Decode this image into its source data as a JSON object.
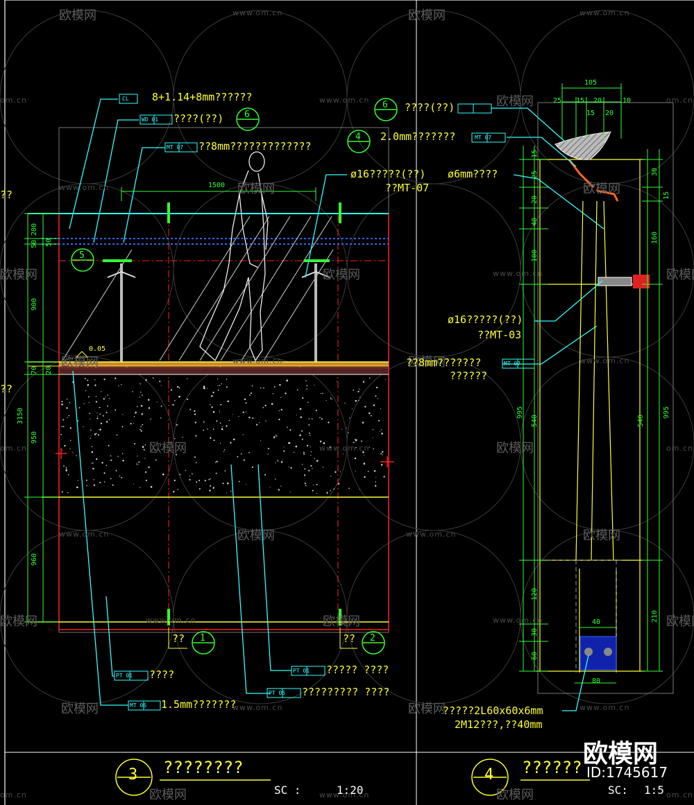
{
  "watermark": {
    "brand": "欧模网",
    "site": "www.om.cn",
    "site_short": "om.cn"
  },
  "stamp": {
    "brand": "欧模网",
    "id": "ID:1745617"
  },
  "detail3": {
    "number": "3",
    "title": "????????",
    "scale_label": "SC :",
    "scale_value": "1:20",
    "callouts": [
      {
        "tag": "CL",
        "text": "8+1.14+8mm??????"
      },
      {
        "tag": "WD 01",
        "text": "????(??)"
      },
      {
        "tag": "MT 07",
        "text": "??8mm?????????????"
      },
      {
        "tag": "",
        "text": "ø16?????(??)"
      },
      {
        "tag": "",
        "text": "??MT-07"
      },
      {
        "tag": "MT 07",
        "text": "??8mm???????"
      },
      {
        "tag": "",
        "text": "??????"
      },
      {
        "tag": "PT 01",
        "text": "????"
      },
      {
        "tag": "PT 01",
        "text": "????? ????"
      },
      {
        "tag": "PT 05",
        "text": "????????? ????"
      },
      {
        "tag": "MT 06",
        "text": "1.5mm???????"
      }
    ],
    "section_marks": [
      {
        "number": "6",
        "text": ""
      },
      {
        "number": "4",
        "text": ""
      },
      {
        "number": "5",
        "text": ""
      },
      {
        "number": "1",
        "text": "??"
      },
      {
        "number": "2",
        "text": "??"
      }
    ],
    "dims_vertical": [
      "200",
      "50",
      "50",
      "900",
      "70",
      "20",
      "3150",
      "950",
      "960"
    ],
    "dims_horizontal": [
      "1500"
    ],
    "level": "0.05",
    "left_edge_marks": [
      "??",
      "??"
    ]
  },
  "detail4": {
    "number": "4",
    "title": "??????",
    "scale_label": "SC:",
    "scale_value": "1:5",
    "callouts": [
      {
        "tag": "",
        "text": "????(??)"
      },
      {
        "tag": "MT 07",
        "text": "2.0mm???????"
      },
      {
        "tag": "",
        "text": "ø6mm????"
      },
      {
        "tag": "",
        "text": "ø16?????(??)"
      },
      {
        "tag": "",
        "text": "??MT-03"
      },
      {
        "tag": "",
        "text": "?????2L60x60x6mm"
      },
      {
        "tag": "",
        "text": "2M12???,??40mm"
      }
    ],
    "section_mark": {
      "number": "6",
      "text": ""
    },
    "dims_top": [
      "105",
      "25",
      "15",
      "20",
      "10",
      "15",
      "20"
    ],
    "dims_left": [
      "15",
      "25",
      "20",
      "40",
      "100",
      "995",
      "540",
      "120",
      "30",
      "60"
    ],
    "dims_right": [
      "30",
      "15",
      "160",
      "540",
      "995",
      "210"
    ],
    "dims_bottom": [
      "40",
      "80"
    ]
  }
}
